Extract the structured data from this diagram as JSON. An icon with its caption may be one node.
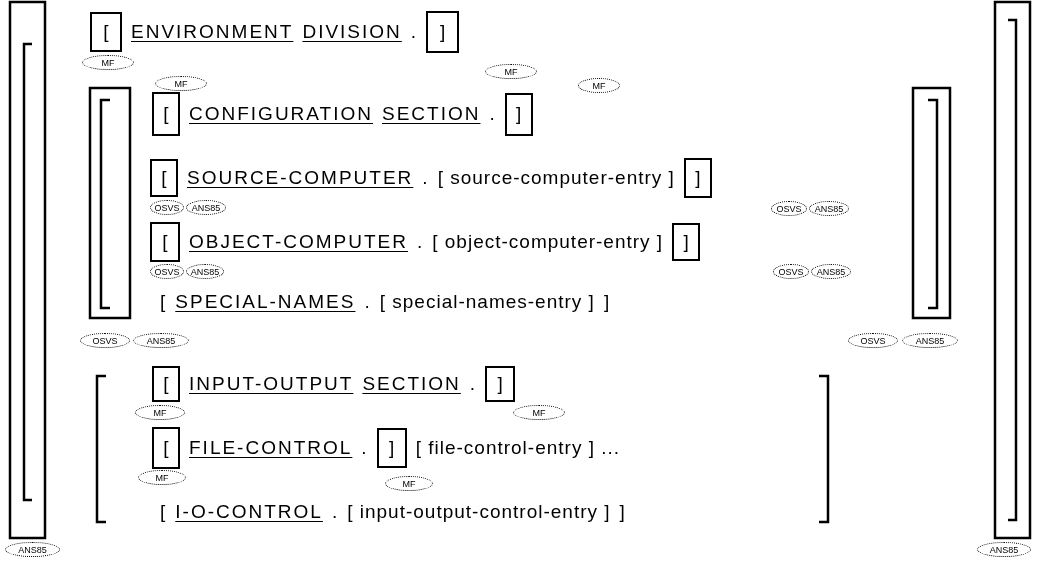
{
  "diagram": {
    "nodes": [
      {
        "text": [
          "["
        ]
      },
      {
        "text": [
          "]"
        ]
      },
      {
        "text": [
          "MF"
        ]
      },
      {
        "text": [
          "MF"
        ]
      },
      {
        "text": [
          "MF"
        ]
      },
      {
        "text": [
          "MF"
        ]
      },
      {
        "text": [
          "["
        ]
      },
      {
        "text": [
          "]"
        ]
      },
      {
        "text": [
          "["
        ]
      },
      {
        "text": [
          "]"
        ]
      },
      {
        "text": [
          "OSVS"
        ]
      },
      {
        "text": [
          "ANS85"
        ]
      },
      {
        "text": [
          "OSVS"
        ]
      },
      {
        "text": [
          "ANS85"
        ]
      },
      {
        "text": [
          "["
        ]
      },
      {
        "text": [
          "]"
        ]
      },
      {
        "text": [
          "OSVS"
        ]
      },
      {
        "text": [
          "ANS85"
        ]
      },
      {
        "text": [
          "OSVS"
        ]
      },
      {
        "text": [
          "ANS85"
        ]
      },
      {
        "text": [
          "OSVS"
        ]
      },
      {
        "text": [
          "ANS85"
        ]
      },
      {
        "text": [
          "OSVS"
        ]
      },
      {
        "text": [
          "ANS85"
        ]
      },
      {
        "text": [
          "["
        ]
      },
      {
        "text": [
          "]"
        ]
      },
      {
        "text": [
          "MF"
        ]
      },
      {
        "text": [
          "MF"
        ]
      },
      {
        "text": [
          "["
        ]
      },
      {
        "text": [
          "]"
        ]
      },
      {
        "text": [
          "MF"
        ]
      },
      {
        "text": [
          "MF"
        ]
      },
      {
        "text": [
          "ANS85"
        ]
      },
      {
        "text": [
          "ANS85"
        ]
      }
    ],
    "labels": [
      "ENVIRONMENT",
      "DIVISION",
      ".",
      "CONFIGURATION",
      "SECTION",
      ".",
      "SOURCE-COMPUTER",
      ".",
      "[ source-computer-entry ]",
      "OBJECT-COMPUTER",
      ".",
      "[ object-computer-entry ]",
      "[",
      "SPECIAL-NAMES",
      ".",
      "[ special-names-entry ]",
      "]",
      "INPUT-OUTPUT",
      "SECTION",
      ".",
      "FILE-CONTROL",
      ".",
      "[ file-control-entry ] ...",
      "[",
      "I-O-CONTROL",
      ".",
      "[ input-output-control-entry ]",
      "]"
    ]
  }
}
